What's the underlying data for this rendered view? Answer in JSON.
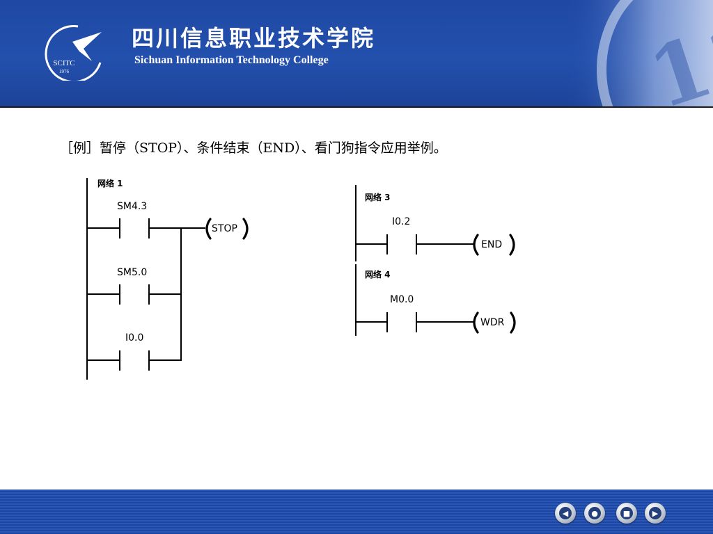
{
  "header": {
    "logo_text": "SCITC",
    "logo_year": "1976",
    "school_name_cn": "四川信息职业技术学院",
    "school_name_en": "Sichuan Information Technology College"
  },
  "content": {
    "caption": "［例］暂停（STOP）、条件结束（END）、看门狗指令应用举例。"
  },
  "ladder": {
    "networks": [
      {
        "label": "网络 1",
        "contacts": [
          "SM4.3",
          "SM5.0",
          "I0.0"
        ],
        "coil": "STOP"
      },
      {
        "label": "网络 3",
        "contacts": [
          "I0.2"
        ],
        "coil": "END"
      },
      {
        "label": "网络 4",
        "contacts": [
          "M0.0"
        ],
        "coil": "WDR"
      }
    ]
  },
  "nav": {
    "buttons": [
      {
        "name": "back",
        "icon": "arrow-left-icon"
      },
      {
        "name": "home",
        "icon": "circle-icon"
      },
      {
        "name": "menu",
        "icon": "square-icon"
      },
      {
        "name": "forward",
        "icon": "arrow-right-icon"
      }
    ]
  }
}
